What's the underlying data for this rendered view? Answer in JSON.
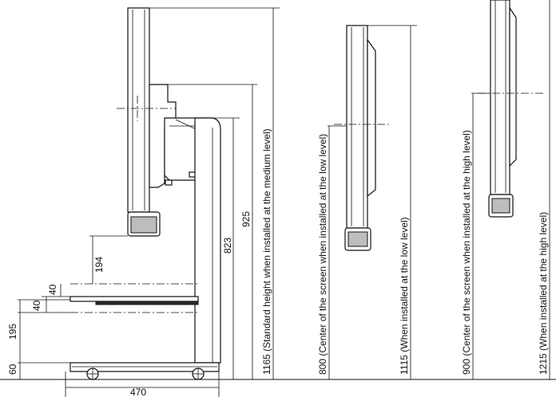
{
  "dimensions": {
    "d60": "60",
    "d195": "195",
    "d40_lower": "40",
    "d40_upper": "40",
    "d194": "194",
    "d823": "823",
    "d925": "925",
    "d1165": "1165 (Standard height when installed at the medium level)",
    "d800": "800 (Center of the screen when installed at the low level)",
    "d1115": "1115 (When installed at the low level)",
    "d900": "900 (Center of the screen when installed at the high level)",
    "d1215": "1215 (When installed at the high level)",
    "d470": "470"
  },
  "colors": {
    "line": "#111111",
    "fill_dark": "#2a2a2a",
    "fill_mid": "#bdbdbd",
    "background": "#ffffff"
  }
}
